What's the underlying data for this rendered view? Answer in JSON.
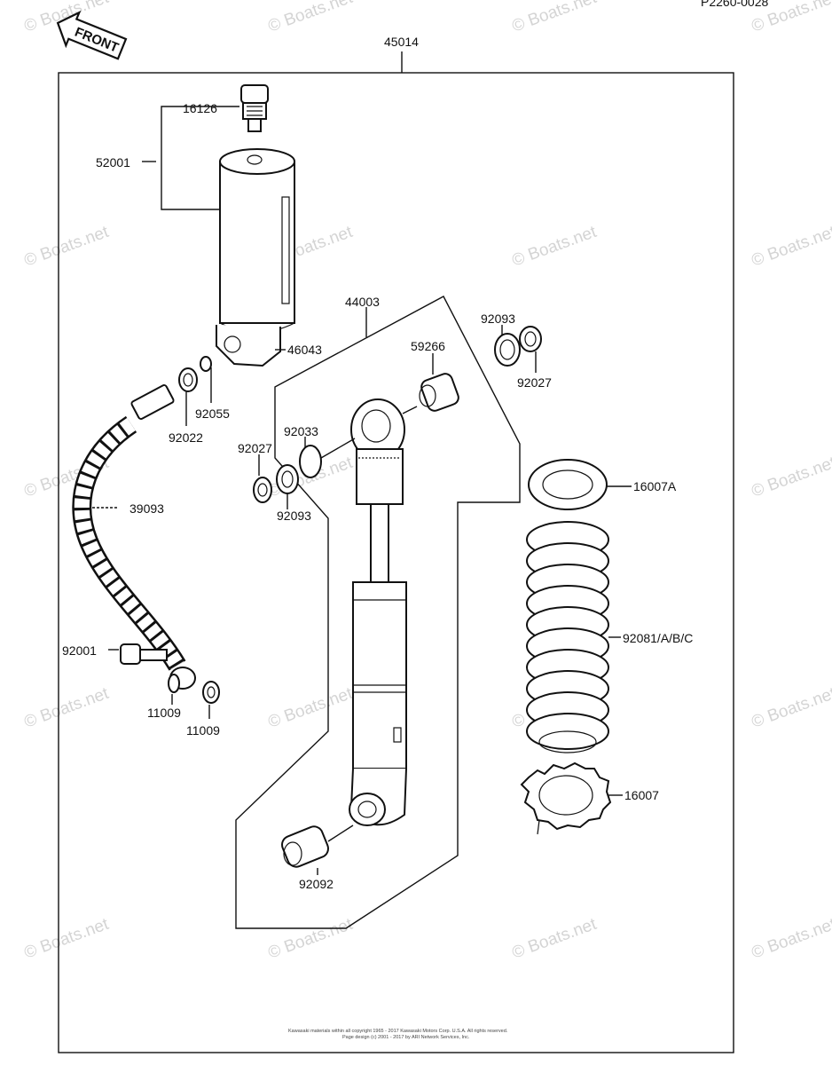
{
  "diagram": {
    "ref_code": "P2260-0028",
    "front_label": "FRONT",
    "watermark": "© Boats.net",
    "footer": {
      "line1": "Kawasaki materials within all copyright 1965 - 2017 Kawasaki Motors Corp. U.S.A. All rights reserved.",
      "line2": "Page design (c) 2001 - 2017 by ARI Network Services, Inc."
    },
    "parts": {
      "p45014": "45014",
      "p16126": "16126",
      "p52001": "52001",
      "p46043": "46043",
      "p92055": "92055",
      "p92022": "92022",
      "p39093": "39093",
      "p92001": "92001",
      "p11009a": "11009",
      "p11009b": "11009",
      "p44003": "44003",
      "p59266": "59266",
      "p92093a": "92093",
      "p92027a": "92027",
      "p92033": "92033",
      "p92027b": "92027",
      "p92093b": "92093",
      "p16007A": "16007A",
      "p92081": "92081/A/B/C",
      "p16007": "16007",
      "p92092": "92092"
    }
  }
}
